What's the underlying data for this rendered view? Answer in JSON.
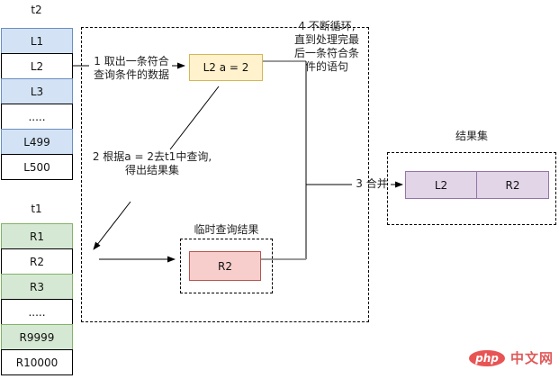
{
  "tables": {
    "t2": {
      "title": "t2",
      "rows": [
        {
          "label": "L1"
        },
        {
          "label": "L2"
        },
        {
          "label": "L3"
        },
        {
          "label": "....."
        },
        {
          "label": "L499"
        },
        {
          "label": "L500"
        }
      ]
    },
    "t1": {
      "title": "t1",
      "rows": [
        {
          "label": "R1"
        },
        {
          "label": "R2"
        },
        {
          "label": "R3"
        },
        {
          "label": "....."
        },
        {
          "label": "R9999"
        },
        {
          "label": "R10000"
        }
      ]
    }
  },
  "flow": {
    "step1": {
      "line1": "1 取出一条符合",
      "line2": "查询条件的数据"
    },
    "fetched_node": "L2 a = 2",
    "step2": {
      "line1": "2 根据a = 2去t1中查询,",
      "line2": "得出结果集"
    },
    "temp_result": {
      "title": "临时查询结果",
      "node": "R2"
    },
    "step3_label": "3 合并",
    "step4": {
      "line1": "4 不断循环,",
      "line2": "直到处理完最",
      "line3": "后一条符合条",
      "line4": "件的语句"
    },
    "result_set": {
      "title": "结果集",
      "cells": [
        {
          "label": "L2"
        },
        {
          "label": "R2"
        }
      ]
    }
  },
  "logo": {
    "badge": "php",
    "text": "中文网"
  },
  "colors": {
    "row_blue": "#d3e3f5",
    "row_blue_border": "#6c8ebf",
    "row_green": "#d5e8d4",
    "row_green_border": "#82b366",
    "node_yellow": "#fff2cc",
    "node_yellow_border": "#d6b656",
    "node_pink": "#f8cecc",
    "node_pink_border": "#b85450",
    "result_purple": "#e1d5e7",
    "result_purple_border": "#9673a6",
    "logo_red": "#e85454"
  }
}
